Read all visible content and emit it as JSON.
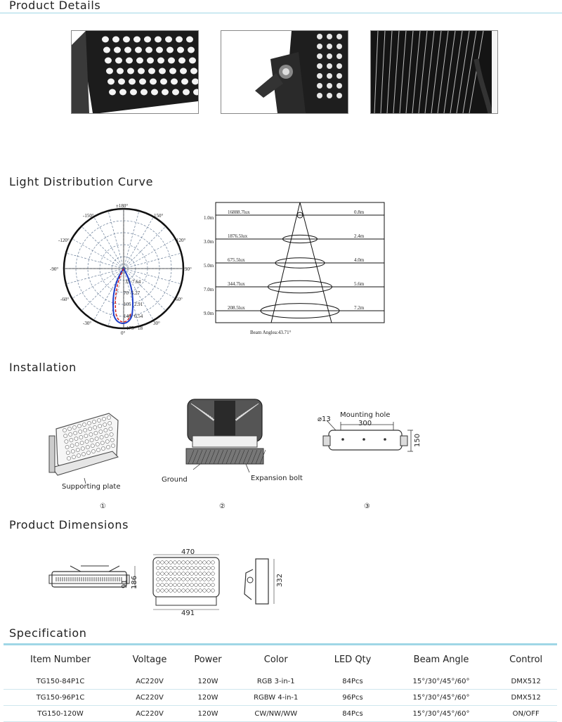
{
  "sections": {
    "product_details": "Product Details",
    "light_distribution": "Light Distribution Curve",
    "installation": "Installation",
    "product_dimensions": "Product Dimensions",
    "specification": "Specification"
  },
  "polar": {
    "angles_top": "±180°",
    "a150l": "-150°",
    "a150r": "150°",
    "a120l": "-120°",
    "a120r": "120°",
    "a90l": "-90°",
    "a90r": "90°",
    "a60l": "-60°",
    "a60r": "60°",
    "a30l": "-30°",
    "a30r": "30°",
    "a0": "0°",
    "ring_labels": [
      "35",
      "70",
      "105",
      "140",
      "175"
    ],
    "ring_values": [
      "7.64",
      "5.27",
      "2.91",
      "0.54",
      "18"
    ]
  },
  "beam": {
    "rows": [
      {
        "distance": "1.0m",
        "lux": "16888.7lux",
        "diameter": "0.8m"
      },
      {
        "distance": "3.0m",
        "lux": "1876.5lux",
        "diameter": "2.4m"
      },
      {
        "distance": "5.0m",
        "lux": "675.5lux",
        "diameter": "4.0m"
      },
      {
        "distance": "7.0m",
        "lux": "344.7lux",
        "diameter": "5.6m"
      },
      {
        "distance": "9.0m",
        "lux": "208.5lux",
        "diameter": "7.2m"
      }
    ],
    "caption": "Beam Anglea:43.71°"
  },
  "installation": {
    "supporting_plate": "Supporting plate",
    "ground": "Ground",
    "expansion_bolt": "Expansion bolt",
    "hole_dia": "⌀13",
    "mounting_hole": "Mounting hole",
    "dim_300": "300",
    "dim_150": "150",
    "step1": "①",
    "step2": "②",
    "step3": "③"
  },
  "dimensions": {
    "d186": "186",
    "d91": "91",
    "d470": "470",
    "d491": "491",
    "d332": "332"
  },
  "spec": {
    "headers": [
      "Item Number",
      "Voltage",
      "Power",
      "Color",
      "LED Qty",
      "Beam Angle",
      "Control"
    ],
    "rows": [
      [
        "TG150-84P1C",
        "AC220V",
        "120W",
        "RGB 3-in-1",
        "84Pcs",
        "15°/30°/45°/60°",
        "DMX512"
      ],
      [
        "TG150-96P1C",
        "AC220V",
        "120W",
        "RGBW 4-in-1",
        "96Pcs",
        "15°/30°/45°/60°",
        "DMX512"
      ],
      [
        "TG150-120W",
        "AC220V",
        "120W",
        "CW/NW/WW",
        "84Pcs",
        "15°/30°/45°/60°",
        "ON/OFF"
      ]
    ]
  }
}
